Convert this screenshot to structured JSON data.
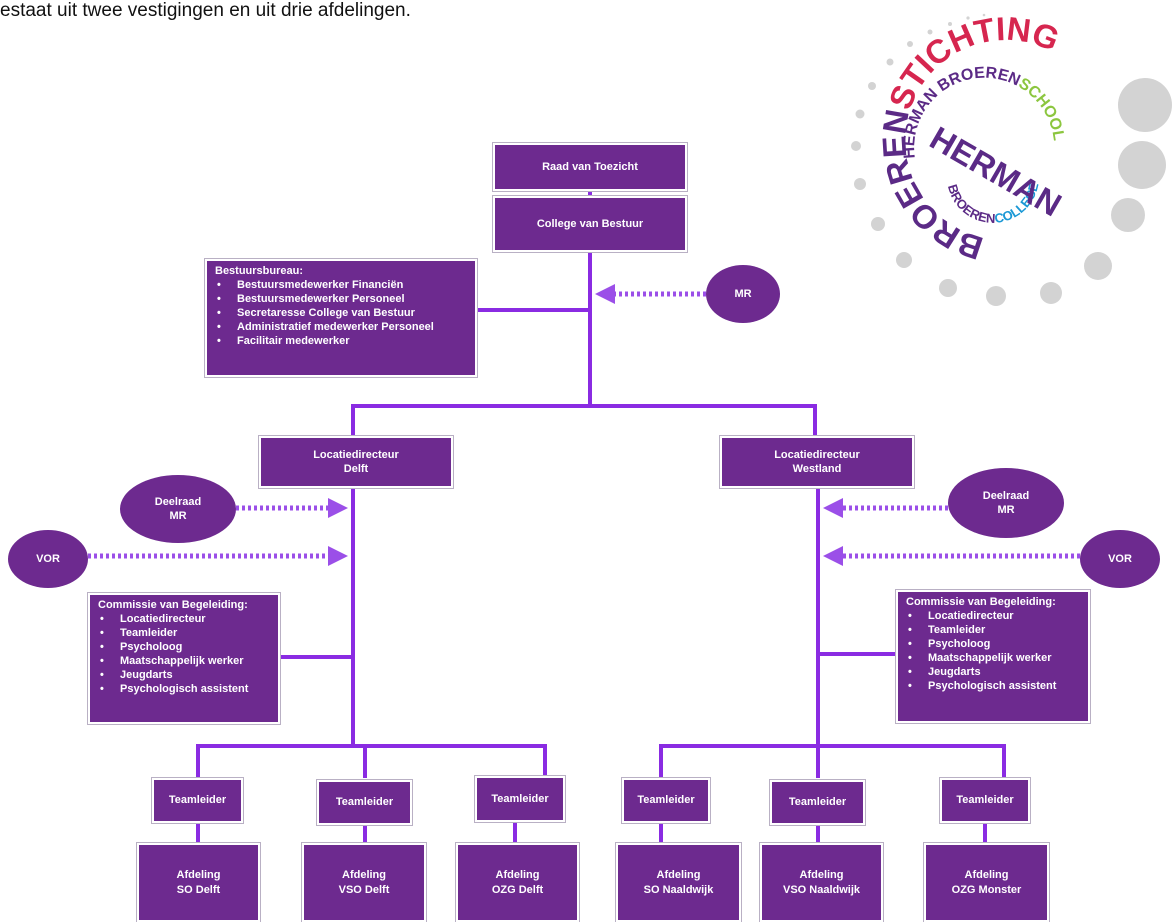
{
  "intro_text": "estaat uit twee vestigingen en uit drie afdelingen.",
  "logo": {
    "outer_ring": [
      "BROEREN",
      "STICHTING",
      "HERMAN"
    ],
    "middle_ring": [
      "HERMAN",
      "BROEREN",
      "SCHOOL"
    ],
    "inner_ring": [
      "BROEREN",
      "COLLEGE"
    ]
  },
  "colors": {
    "box": "#6d2a8f",
    "line": "#8a2be2",
    "dot_arrow": "#9b4fe8",
    "logo_purple": "#5b2a86",
    "logo_red": "#d6264f",
    "logo_green": "#8cc63f",
    "logo_blue": "#1a98d5"
  },
  "org": {
    "raad": "Raad van Toezicht",
    "college": "College van Bestuur",
    "mr": "MR",
    "bestuursbureau": {
      "title": "Bestuursbureau:",
      "items": [
        "Bestuursmedewerker Financiën",
        "Bestuursmedewerker Personeel",
        "Secretaresse College van Bestuur",
        "Administratief medewerker Personeel",
        "Facilitair medewerker"
      ]
    },
    "locations": [
      {
        "director": [
          "Locatiedirecteur",
          "Delft"
        ],
        "deelraad": [
          "Deelraad",
          "MR"
        ],
        "vor": "VOR",
        "commissie": {
          "title": "Commissie van Begeleiding:",
          "items": [
            "Locatiedirecteur",
            "Teamleider",
            "Psycholoog",
            "Maatschappelijk werker",
            "Jeugdarts",
            "Psychologisch assistent"
          ]
        },
        "units": [
          {
            "leader": "Teamleider",
            "afdeling": [
              "Afdeling",
              "SO Delft"
            ]
          },
          {
            "leader": "Teamleider",
            "afdeling": [
              "Afdeling",
              "VSO Delft"
            ]
          },
          {
            "leader": "Teamleider",
            "afdeling": [
              "Afdeling",
              "OZG Delft"
            ]
          }
        ]
      },
      {
        "director": [
          "Locatiedirecteur",
          "Westland"
        ],
        "deelraad": [
          "Deelraad",
          "MR"
        ],
        "vor": "VOR",
        "commissie": {
          "title": "Commissie van Begeleiding:",
          "items": [
            "Locatiedirecteur",
            "Teamleider",
            "Psycholoog",
            "Maatschappelijk werker",
            "Jeugdarts",
            "Psychologisch assistent"
          ]
        },
        "units": [
          {
            "leader": "Teamleider",
            "afdeling": [
              "Afdeling",
              "SO Naaldwijk"
            ]
          },
          {
            "leader": "Teamleider",
            "afdeling": [
              "Afdeling",
              "VSO Naaldwijk"
            ]
          },
          {
            "leader": "Teamleider",
            "afdeling": [
              "Afdeling",
              "OZG Monster"
            ]
          }
        ]
      }
    ]
  }
}
